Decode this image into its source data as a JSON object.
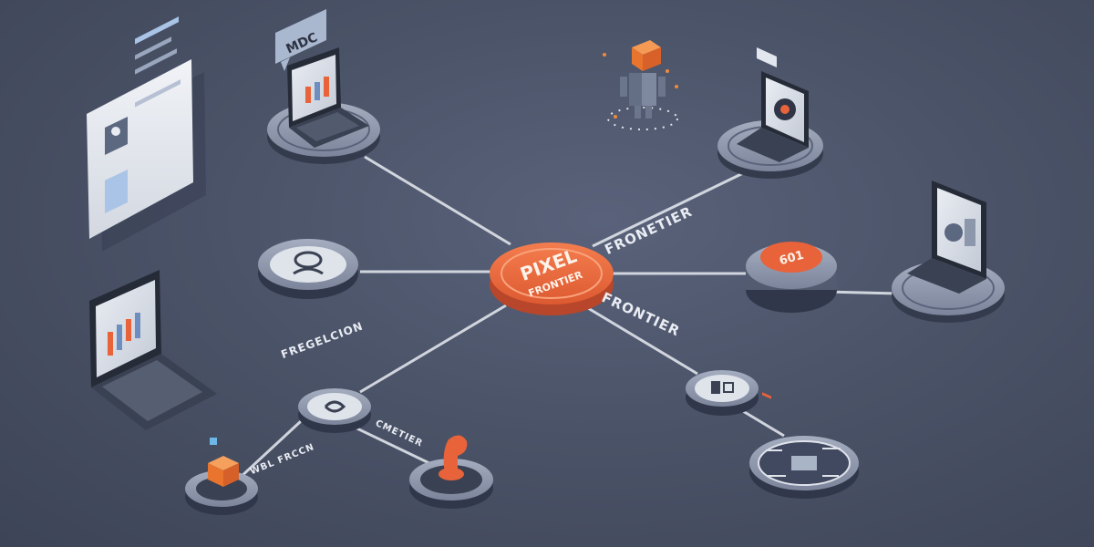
{
  "hub": {
    "line1": "PIXEL",
    "line2": "FRONTIER"
  },
  "labels": {
    "upper_right": "FRONETIER",
    "right_lower": "FRONTIER",
    "left": "FREGELCION",
    "bottom_left": "WBL FRCCN",
    "bottom_mid": "CMETIER"
  },
  "badges": {
    "speech_bubble": "MDC",
    "right_disk": "601"
  },
  "colors": {
    "background": "#4b5368",
    "hub": "#e8633a",
    "disk_top": "#8f98ad",
    "disk_side": "#3c4356",
    "connector": "#dfe3ea",
    "accent_orange": "#f08a3c"
  },
  "icons": [
    "laptop-icon",
    "profile-card-icon",
    "robot-icon",
    "chart-icon",
    "user-icon",
    "cube-icon",
    "joystick-icon",
    "document-icon"
  ]
}
